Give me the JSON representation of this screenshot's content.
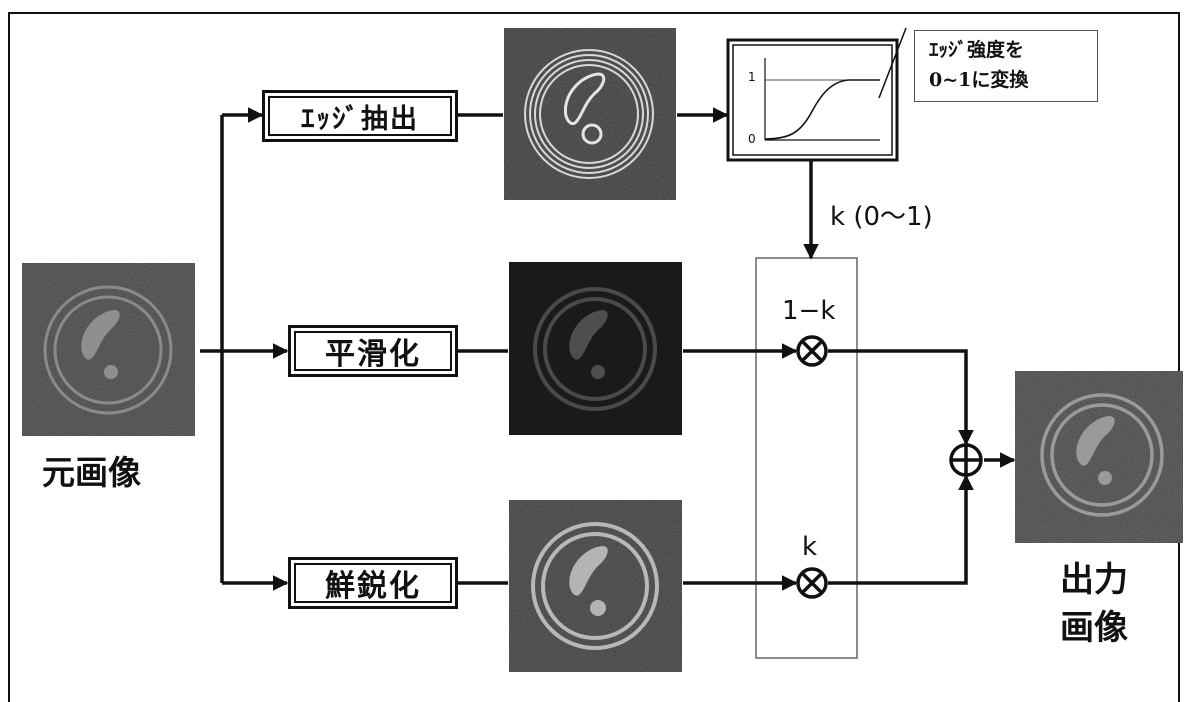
{
  "input_image": {
    "label": "元画像"
  },
  "output_image": {
    "label_line1": "出力",
    "label_line2": "画像"
  },
  "process_boxes": {
    "edge_extract": "ｴｯｼﾞ抽出",
    "smoothing": "平滑化",
    "sharpening": "鮮鋭化"
  },
  "edge_curve": {
    "tick_top": "1",
    "tick_bottom": "0",
    "note_line1": "ｴｯｼﾞ強度を",
    "note_line2": "0~1に変換"
  },
  "weights": {
    "k_range": "k (0～1)",
    "smooth_weight": "1−k",
    "sharp_weight": "k"
  },
  "operators": {
    "multiply": "⊗",
    "add": "⊕"
  },
  "colors": {
    "line": "#111111",
    "panel_bg": "#2a2a2a",
    "ring": "#8c8c8c"
  }
}
